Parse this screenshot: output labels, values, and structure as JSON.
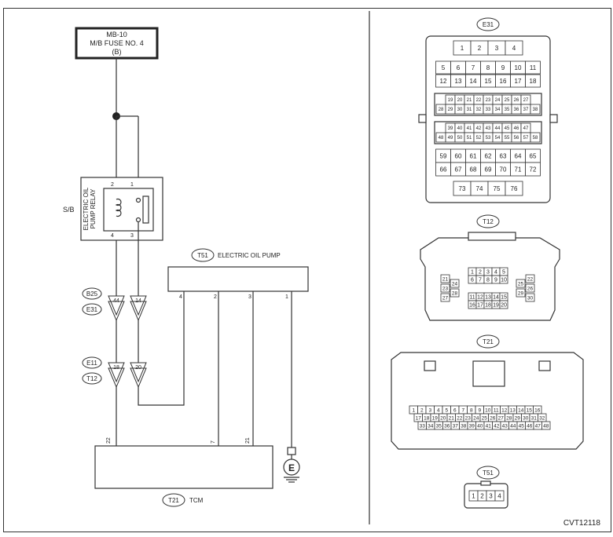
{
  "fuse": {
    "line1": "MB-10",
    "line2": "M/B FUSE NO. 4",
    "line3": "(B)"
  },
  "relay": {
    "block": "S/B",
    "name_line1": "ELECTRIC OIL",
    "name_line2": "PUMP RELAY",
    "pins": [
      "2",
      "1",
      "4",
      "3"
    ]
  },
  "pump": {
    "tag": "T51",
    "name": "ELECTRIC OIL PUMP",
    "pins": [
      "4",
      "2",
      "3",
      "1"
    ]
  },
  "connectors_upper": {
    "tag_a": "B25",
    "tag_b": "E31",
    "pin_a": "44",
    "pin_b": "14"
  },
  "connectors_lower": {
    "tag_a": "E11",
    "tag_b": "T12",
    "pin_a": "18",
    "pin_b": "20"
  },
  "tcm": {
    "tag": "T21",
    "name": "TCM",
    "pins": [
      "22",
      "7",
      "21"
    ]
  },
  "ground": {
    "symbol": "E"
  },
  "views": {
    "e31": {
      "label": "E31",
      "rows": [
        [
          "1",
          "2",
          "3",
          "4"
        ],
        [
          "5",
          "6",
          "7",
          "8",
          "9",
          "10",
          "11"
        ],
        [
          "12",
          "13",
          "14",
          "15",
          "16",
          "17",
          "18"
        ],
        [
          "19",
          "20",
          "21",
          "22",
          "23",
          "24",
          "25",
          "26",
          "27"
        ],
        [
          "28",
          "29",
          "30",
          "31",
          "32",
          "33",
          "34",
          "35",
          "36",
          "37",
          "38"
        ],
        [
          "39",
          "40",
          "41",
          "42",
          "43",
          "44",
          "45",
          "46",
          "47"
        ],
        [
          "48",
          "49",
          "50",
          "51",
          "52",
          "53",
          "54",
          "55",
          "56",
          "57",
          "58"
        ],
        [
          "59",
          "60",
          "61",
          "62",
          "63",
          "64",
          "65"
        ],
        [
          "66",
          "67",
          "68",
          "69",
          "70",
          "71",
          "72"
        ],
        [
          "73",
          "74",
          "75",
          "76"
        ]
      ]
    },
    "t12": {
      "label": "T12",
      "center_rows": [
        [
          "1",
          "2",
          "3",
          "4",
          "5"
        ],
        [
          "6",
          "7",
          "8",
          "9",
          "10"
        ],
        [
          "11",
          "12",
          "13",
          "14",
          "15"
        ],
        [
          "16",
          "17",
          "18",
          "19",
          "20"
        ]
      ],
      "left": [
        "21",
        "23",
        "27",
        "24",
        "28"
      ],
      "right": [
        "22",
        "26",
        "30",
        "25",
        "29"
      ]
    },
    "t21": {
      "label": "T21",
      "rows": [
        [
          "1",
          "2",
          "3",
          "4",
          "5",
          "6",
          "7",
          "8",
          "9",
          "10",
          "11",
          "12",
          "13",
          "14",
          "15",
          "16"
        ],
        [
          "17",
          "18",
          "19",
          "20",
          "21",
          "22",
          "23",
          "24",
          "25",
          "26",
          "27",
          "28",
          "29",
          "30",
          "31",
          "32"
        ],
        [
          "33",
          "34",
          "35",
          "36",
          "37",
          "38",
          "39",
          "40",
          "41",
          "42",
          "43",
          "44",
          "45",
          "46",
          "47",
          "48"
        ]
      ]
    },
    "t51": {
      "label": "T51",
      "pins": [
        "1",
        "2",
        "3",
        "4"
      ]
    }
  },
  "figure_code": "CVT12118"
}
